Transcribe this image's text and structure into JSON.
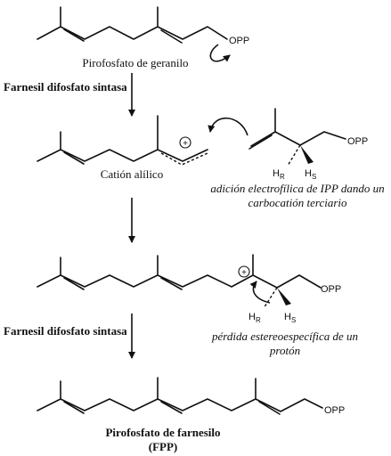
{
  "labels": {
    "geranyl": "Pirofosfato de geranilo",
    "enzyme_1": "Farnesil difosfato sintasa",
    "allyl_cation": "Catión alílico",
    "addition_line1": "adición electrofílica de IPP dando un",
    "addition_line2": "carbocatión terciario",
    "enzyme_2": "Farnesil difosfato sintasa",
    "loss_line1": "pérdida estereoespecífica de un",
    "loss_line2": "protón",
    "farnesyl_line1": "Pirofosfato de farnesilo",
    "farnesyl_line2": "(FPP)"
  },
  "atoms": {
    "opp": "OPP",
    "h": "H",
    "sub_r": "R",
    "sub_s": "S",
    "plus": "+"
  }
}
